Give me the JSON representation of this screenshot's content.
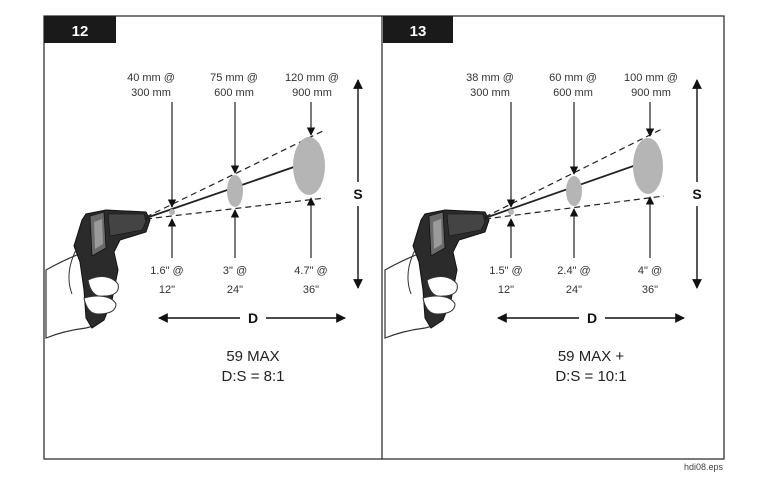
{
  "panels": [
    {
      "number": "12",
      "top_labels": [
        {
          "line1": "40 mm @",
          "line2": "300 mm"
        },
        {
          "line1": "75 mm @",
          "line2": "600 mm"
        },
        {
          "line1": "120 mm @",
          "line2": "900 mm"
        }
      ],
      "bottom_labels": [
        {
          "line1": "1.6\" @",
          "line2": "12\""
        },
        {
          "line1": "3\" @",
          "line2": "24\""
        },
        {
          "line1": "4.7\" @",
          "line2": "36\""
        }
      ],
      "distance_label": "D",
      "spot_label": "S",
      "model": "59 MAX",
      "ratio": "D:S = 8:1"
    },
    {
      "number": "13",
      "top_labels": [
        {
          "line1": "38 mm @",
          "line2": "300 mm"
        },
        {
          "line1": "60 mm @",
          "line2": "600 mm"
        },
        {
          "line1": "100 mm @",
          "line2": "900 mm"
        }
      ],
      "bottom_labels": [
        {
          "line1": "1.5\" @",
          "line2": "12\""
        },
        {
          "line1": "2.4\" @",
          "line2": "24\""
        },
        {
          "line1": "4\" @",
          "line2": "36\""
        }
      ],
      "distance_label": "D",
      "spot_label": "S",
      "model": "59 MAX +",
      "ratio": "D:S = 10:1"
    }
  ],
  "footer": "hdi08.eps"
}
